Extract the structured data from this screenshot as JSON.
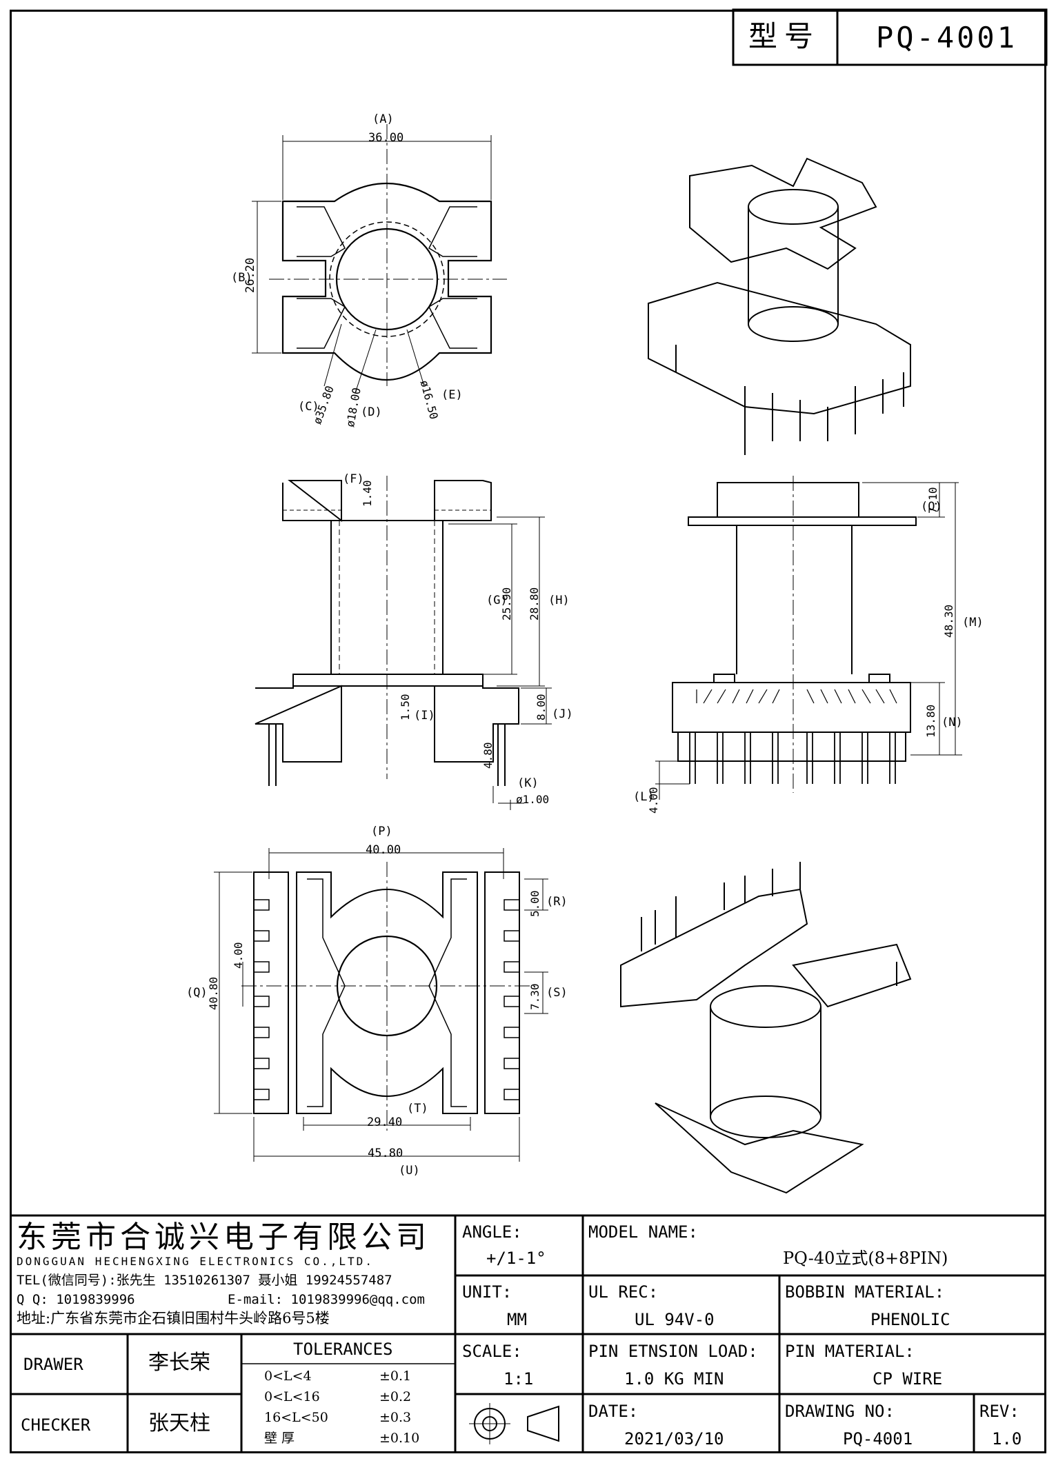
{
  "header": {
    "type_label": "型号",
    "model": "PQ-4001"
  },
  "dims": {
    "A": {
      "tag": "A",
      "value": "36.00"
    },
    "B": {
      "tag": "B",
      "value": "26.20"
    },
    "C": {
      "tag": "C",
      "value": "ø35.80"
    },
    "D": {
      "tag": "D",
      "value": "ø18.00"
    },
    "E": {
      "tag": "E",
      "value": "ø16.50"
    },
    "F": {
      "tag": "F",
      "value": "1.40"
    },
    "G": {
      "tag": "G",
      "value": "25.90"
    },
    "H": {
      "tag": "H",
      "value": "28.80"
    },
    "I": {
      "tag": "I",
      "value": "1.50"
    },
    "J": {
      "tag": "J",
      "value": "8.00"
    },
    "K": {
      "tag": "K",
      "value": "ø1.00"
    },
    "K2": {
      "value": "4.80"
    },
    "L": {
      "tag": "L",
      "value": "4.00"
    },
    "M": {
      "tag": "M",
      "value": "48.30"
    },
    "N": {
      "tag": "N",
      "value": "13.80"
    },
    "O": {
      "tag": "O",
      "value": "7.10"
    },
    "P": {
      "tag": "P",
      "value": "40.00"
    },
    "Q": {
      "tag": "Q",
      "value": "40.80"
    },
    "R": {
      "tag": "R",
      "value": "5.00"
    },
    "S": {
      "tag": "S",
      "value": "7.30"
    },
    "T": {
      "tag": "T",
      "value": "29.40"
    },
    "U": {
      "tag": "U",
      "value": "45.80"
    },
    "Q2": {
      "value": "4.00"
    }
  },
  "company": {
    "name_cn": "东莞市合诚兴电子有限公司",
    "name_en": "DONGGUAN HECHENGXING ELECTRONICS CO.,LTD.",
    "tel": "TEL(微信同号):张先生 13510261307 聂小姐 19924557487",
    "qq": "Q Q: 1019839996",
    "email": "E-mail: 1019839996@qq.com",
    "address": "地址:广东省东莞市企石镇旧围村牛头岭路6号5楼"
  },
  "title_block": {
    "angle_label": "ANGLE:",
    "angle_value": "+/1-1°",
    "model_name_label": "MODEL NAME:",
    "model_name_value": "PQ-40立式(8+8PIN)",
    "unit_label": "UNIT:",
    "unit_value": "MM",
    "ul_label": "UL REC:",
    "ul_value": "UL 94V-0",
    "bobbin_label": "BOBBIN MATERIAL:",
    "bobbin_value": "PHENOLIC",
    "scale_label": "SCALE:",
    "scale_value": "1:1",
    "pin_load_label": "PIN ETNSION LOAD:",
    "pin_load_value": "1.0 KG MIN",
    "pin_material_label": "PIN MATERIAL:",
    "pin_material_value": "CP WIRE",
    "date_label": "DATE:",
    "date_value": "2021/03/10",
    "drawing_no_label": "DRAWING NO:",
    "drawing_no_value": "PQ-4001",
    "rev_label": "REV:",
    "rev_value": "1.0",
    "drawer_label": "DRAWER",
    "drawer_name": "李长荣",
    "checker_label": "CHECKER",
    "checker_name": "张天柱",
    "tolerances_label": "TOLERANCES",
    "tolerances": [
      {
        "range": "0<L<4",
        "value": "±0.1"
      },
      {
        "range": "0<L<16",
        "value": "±0.2"
      },
      {
        "range": "16<L<50",
        "value": "±0.3"
      },
      {
        "range": "壁  厚",
        "value": "±0.10"
      }
    ]
  }
}
